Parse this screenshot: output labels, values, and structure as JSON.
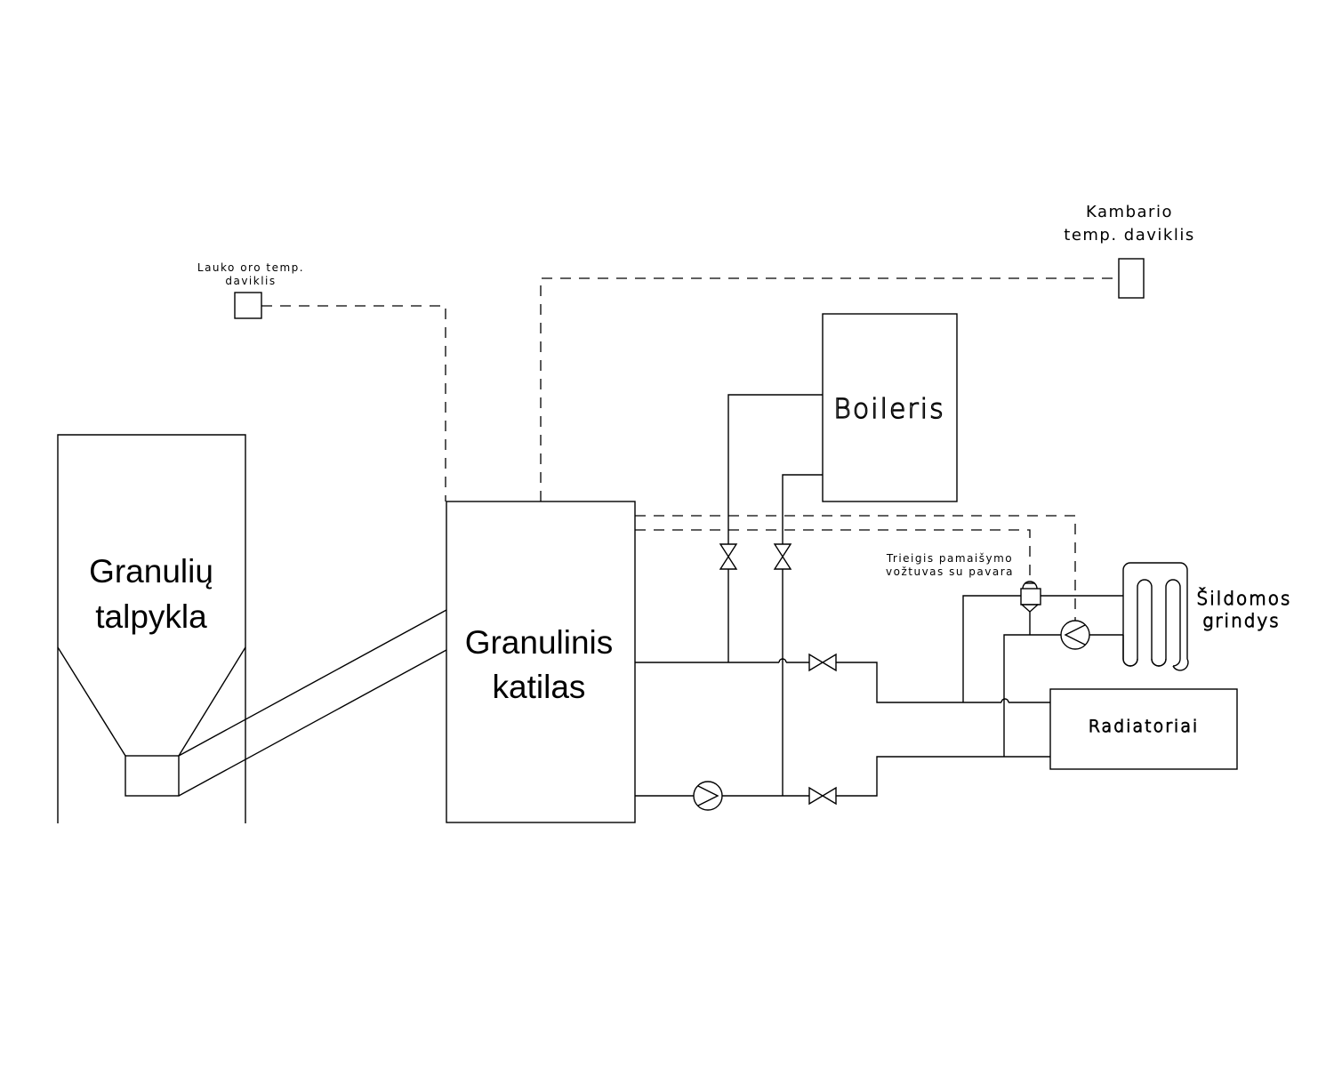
{
  "labels": {
    "hopper_line1": "Granulių",
    "hopper_line2": "talpykla",
    "boiler_line1": "Granulinis",
    "boiler_line2": "katilas",
    "tank": "Boileris",
    "radiators": "Radiatoriai",
    "outdoor_sensor_line1": "Lauko oro temp.",
    "outdoor_sensor_line2": "daviklis",
    "room_sensor_line1": "Kambario",
    "room_sensor_line2": "temp. daviklis",
    "mixing_valve_line1": "Trieigis pamaišymo",
    "mixing_valve_line2": "vožtuvas su pavara",
    "floor_heating_line1": "Šildomos",
    "floor_heating_line2": "grindys"
  }
}
